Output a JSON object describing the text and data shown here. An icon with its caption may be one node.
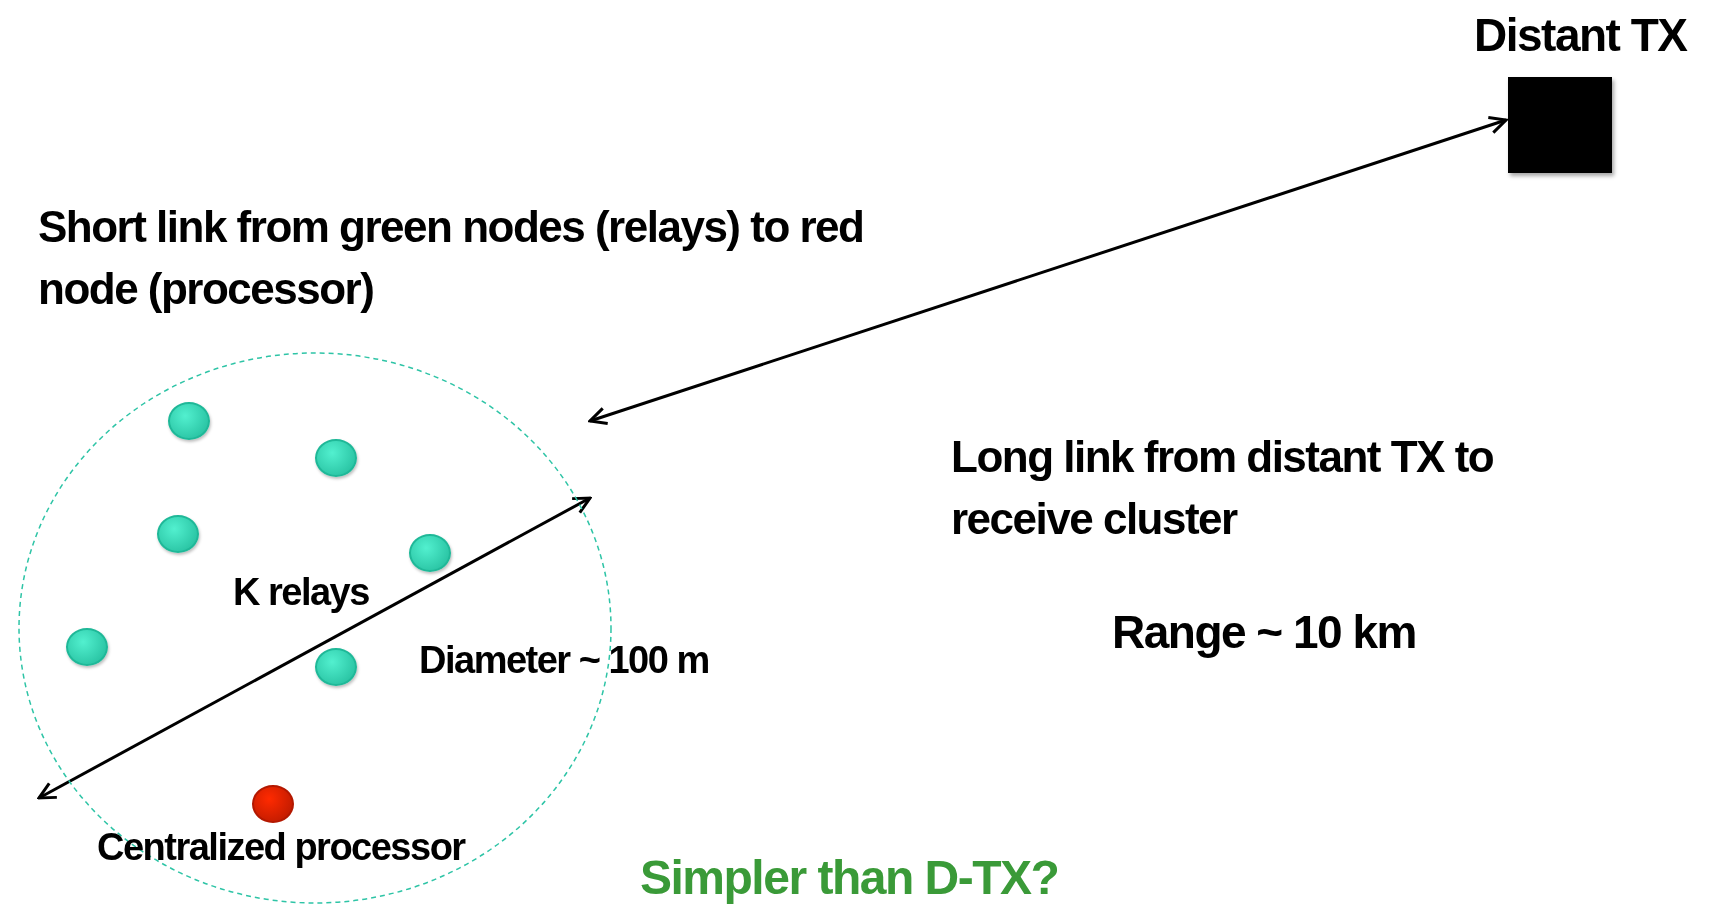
{
  "diagram": {
    "nodes": [
      {
        "text": [
          "Distant TX"
        ]
      },
      {
        "text": [],
        "shape": "circle"
      },
      {
        "text": [],
        "shape": "circle",
        "in": 1
      },
      {
        "text": [],
        "shape": "circle",
        "in": 1
      },
      {
        "text": [],
        "shape": "circle",
        "in": 1
      },
      {
        "text": [],
        "shape": "circle",
        "in": 1
      },
      {
        "text": [],
        "shape": "circle",
        "in": 1
      },
      {
        "text": [],
        "shape": "circle",
        "in": 1
      },
      {
        "text": [
          "Centralized processor"
        ],
        "in": 1
      }
    ],
    "edges": [
      {
        "from": 0,
        "to": 1,
        "arrow": "both"
      }
    ],
    "labels": [
      "Short link from green nodes (relays) to red node (processor)",
      "K relays",
      "Diameter ~ 100 m",
      "Long link from distant TX to receive cluster",
      "Range ~ 10 km",
      "Simpler than D-TX?"
    ]
  }
}
